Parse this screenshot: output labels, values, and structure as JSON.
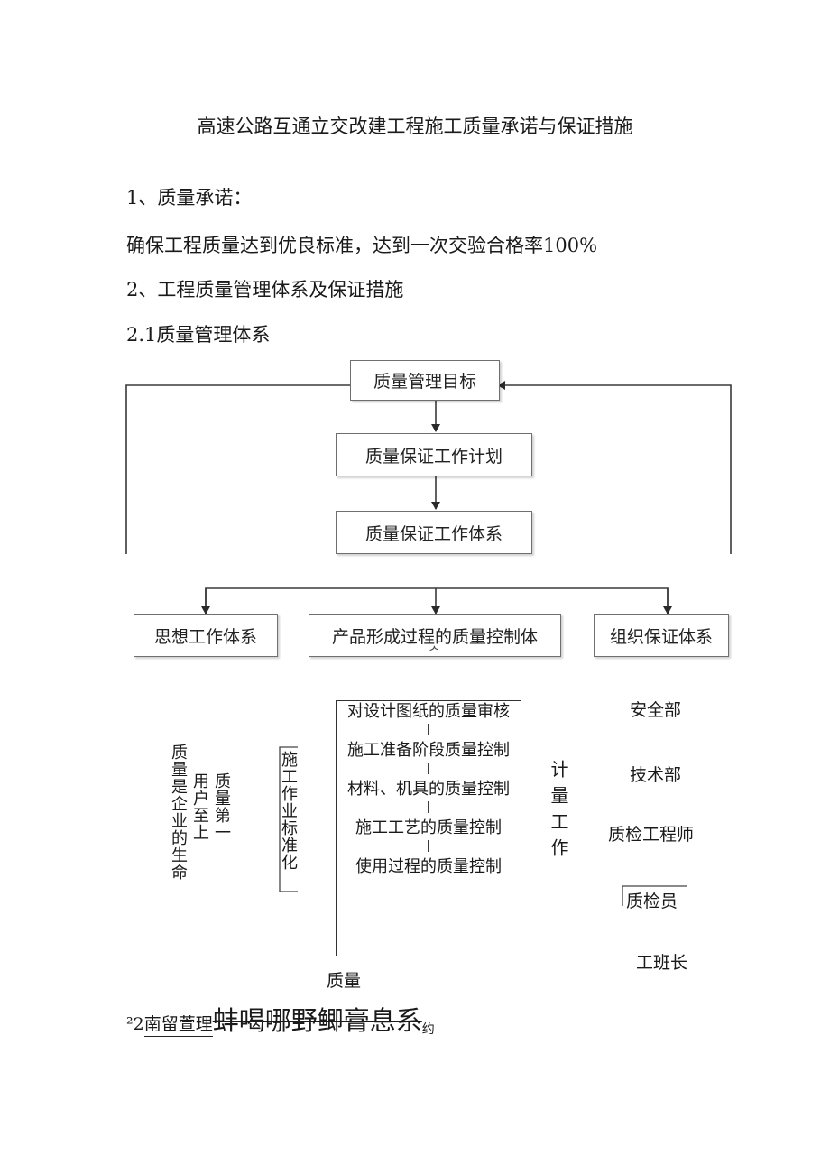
{
  "document": {
    "title": "高速公路互通立交改建工程施工质量承诺与保证措施",
    "section1_heading": "1、质量承诺：",
    "section1_text": "确保工程质量达到优良标准，达到一次交验合格率100%",
    "section2_heading": "2、工程质量管理体系及保证措施",
    "section2_1_heading": "2.1质量管理体系"
  },
  "flowchart": {
    "top_boxes": [
      "质量管理目标",
      "质量保证工作计划",
      "质量保证工作体系"
    ],
    "branches": [
      {
        "label": "思想工作体系"
      },
      {
        "label": "产品形成过程的质量控制体",
        "overflow_glyph": "ᄼ"
      },
      {
        "label": "组织保证体系"
      }
    ],
    "left_column": {
      "col1": "质量是企业的生命",
      "col2": "用户至上",
      "col3": "质量第一",
      "col4": "施工作业标准化"
    },
    "process_steps": [
      "对设计图纸的质量审核",
      "施工准备阶段质量控制",
      "材料、机具的质量控制",
      "施工工艺的质量控制",
      "使用过程的质量控制"
    ],
    "separator_glyph": "I",
    "process_caption": "质量",
    "measurement_label": "计量工作",
    "org_units": [
      "安全部",
      "技术部",
      "质检工程师",
      "质检员",
      "工班长"
    ]
  },
  "footer": {
    "prefix": "²2",
    "clean_text": "南留萱理",
    "garbled_text": "蚌喝哪野鲫膏息系",
    "suffix": "约"
  }
}
